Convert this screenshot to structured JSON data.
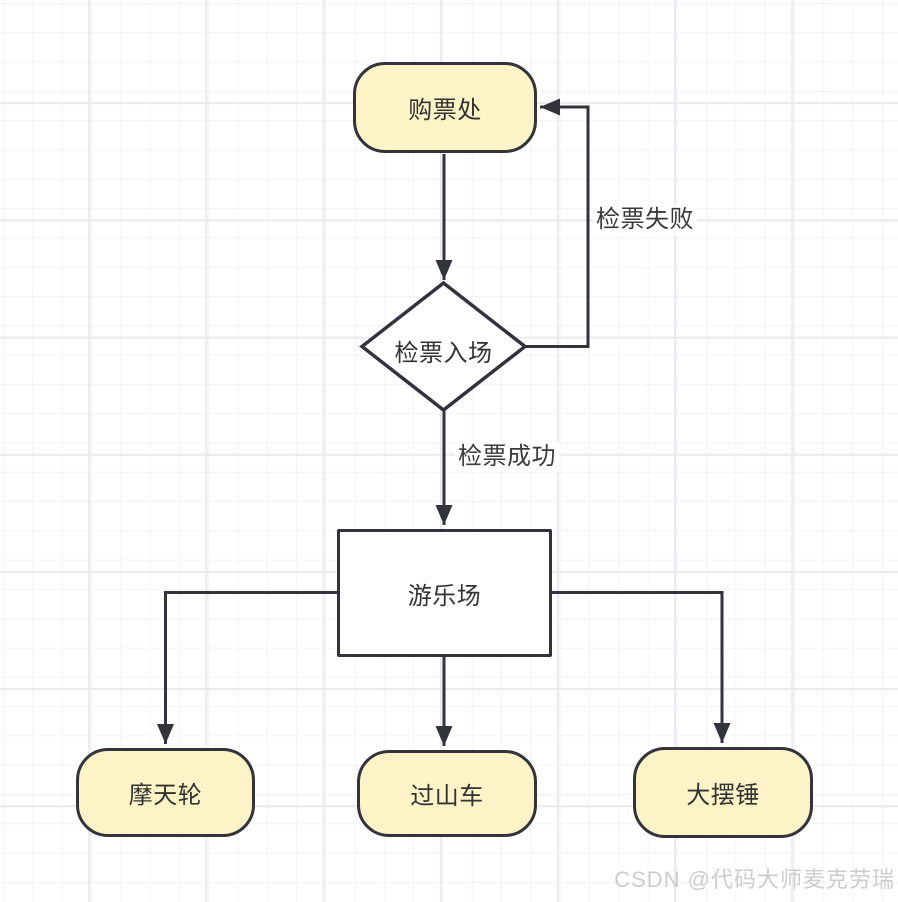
{
  "canvas": {
    "background": "#ffffff",
    "grid_minor_color": "#f3f3f6",
    "grid_major_color": "#e9e9ee"
  },
  "diagram": {
    "nodes": [
      {
        "id": "ticket-office",
        "label": "购票处",
        "shape": "stadium",
        "fill": "#fcf3c6"
      },
      {
        "id": "ticket-check",
        "label": "检票入场",
        "shape": "diamond",
        "fill": "#ffffff"
      },
      {
        "id": "amusement-park",
        "label": "游乐场",
        "shape": "rectangle",
        "fill": "#ffffff"
      },
      {
        "id": "ferris-wheel",
        "label": "摩天轮",
        "shape": "stadium",
        "fill": "#fcf3c6"
      },
      {
        "id": "roller-coaster",
        "label": "过山车",
        "shape": "stadium",
        "fill": "#fcf3c6"
      },
      {
        "id": "big-pendulum",
        "label": "大摆锤",
        "shape": "stadium",
        "fill": "#fcf3c6"
      }
    ],
    "edges": [
      {
        "from": "ticket-office",
        "to": "ticket-check",
        "label": ""
      },
      {
        "from": "ticket-check",
        "to": "ticket-office",
        "label": "检票失败"
      },
      {
        "from": "ticket-check",
        "to": "amusement-park",
        "label": "检票成功"
      },
      {
        "from": "amusement-park",
        "to": "ferris-wheel",
        "label": ""
      },
      {
        "from": "amusement-park",
        "to": "roller-coaster",
        "label": ""
      },
      {
        "from": "amusement-park",
        "to": "big-pendulum",
        "label": ""
      }
    ],
    "colors": {
      "node_fill_yellow": "#fcf3c6",
      "node_fill_white": "#ffffff",
      "stroke": "#33333b",
      "text": "#333333"
    }
  },
  "watermark": {
    "text": "CSDN @代码大师麦克劳瑞",
    "color": "#cccccc"
  }
}
